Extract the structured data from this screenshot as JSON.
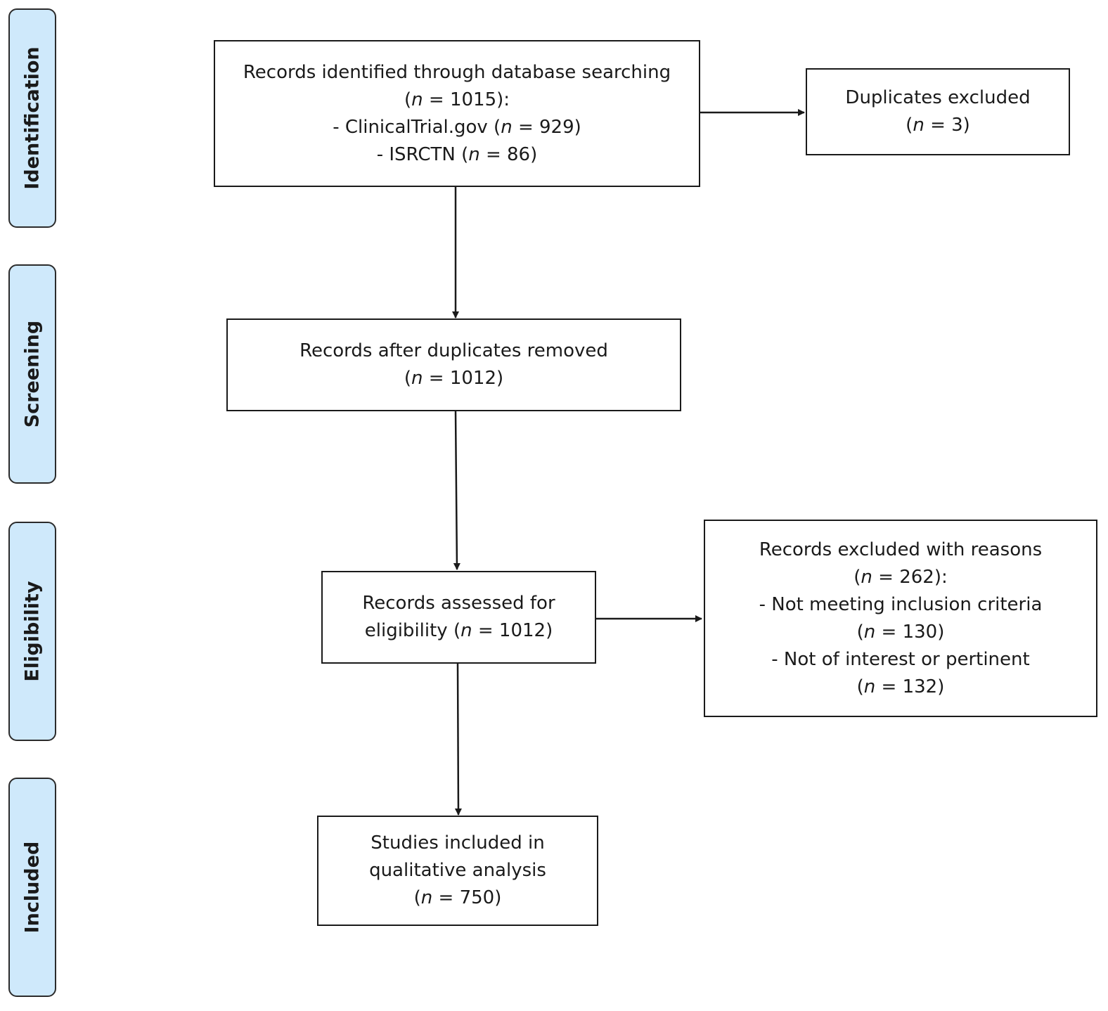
{
  "phases": {
    "identification": "Identification",
    "screening": "Screening",
    "eligibility": "Eligibility",
    "included": "Included"
  },
  "boxes": {
    "identified": {
      "line1": "Records identified through database searching",
      "line2_open": "(",
      "n": "n",
      "line2_rest": " = 1015):",
      "line3_pre": "- ClinicalTrial.gov (",
      "line3_rest": " = 929)",
      "line4_pre": "- ISRCTN (",
      "line4_rest": " = 86)"
    },
    "duplicates": {
      "line1": "Duplicates excluded",
      "line2_open": "(",
      "n": "n",
      "line2_rest": " = 3)"
    },
    "after_duplicates": {
      "line1": "Records after duplicates removed",
      "line2_open": "(",
      "n": "n",
      "line2_rest": " = 1012)"
    },
    "assessed": {
      "line1": "Records assessed for",
      "line2_pre": "eligibility (",
      "n": "n",
      "line2_rest": " = 1012)"
    },
    "excluded": {
      "line1": "Records excluded with reasons",
      "line2_open": "(",
      "n": "n",
      "line2_rest": " = 262):",
      "line3": "- Not meeting inclusion criteria",
      "line4_open": "(",
      "line4_rest": " = 130)",
      "line5": "- Not of interest or pertinent",
      "line6_open": "(",
      "line6_rest": " = 132)"
    },
    "included": {
      "line1": "Studies included in",
      "line2": "qualitative analysis",
      "line3_open": "(",
      "n": "n",
      "line3_rest": " = 750)"
    }
  },
  "colors": {
    "phase_fill": "#cfe9fb",
    "stroke": "#1a1a1a"
  }
}
